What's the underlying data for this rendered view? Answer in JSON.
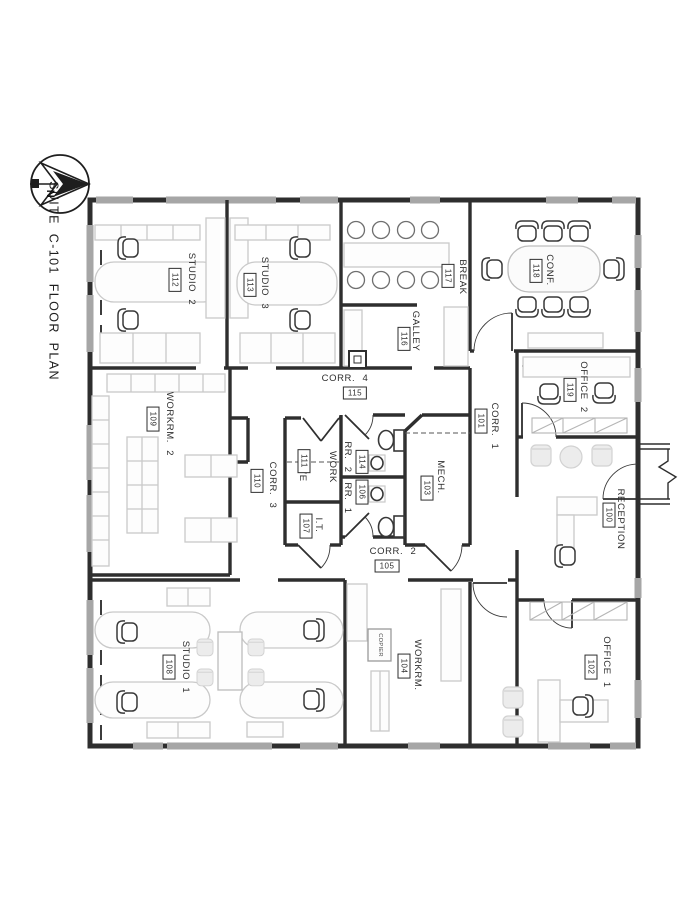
{
  "sheet": {
    "title": "SUITE C-101 FLOOR PLAN",
    "compass_letter": "N"
  },
  "rooms": [
    {
      "name": "STUDIO 2",
      "number": "112"
    },
    {
      "name": "STUDIO 3",
      "number": "113"
    },
    {
      "name": "BREAK",
      "number": "117"
    },
    {
      "name": "CONF.",
      "number": "118"
    },
    {
      "name": "GALLEY",
      "number": "116"
    },
    {
      "name": "CORR. 4",
      "number": "115"
    },
    {
      "name": "WORKRM. 2",
      "number": "109"
    },
    {
      "name": "CORR. 3",
      "number": "110"
    },
    {
      "name": "WORK COVE",
      "name_line1": "WORK",
      "name_line2": "COVE",
      "number": "111"
    },
    {
      "name": "RR. 2",
      "number": "114"
    },
    {
      "name": "RR. 1",
      "number": "106"
    },
    {
      "name": "I.T.",
      "number": "107"
    },
    {
      "name": "MECH.",
      "number": "103"
    },
    {
      "name": "CORR. 2",
      "number": "105"
    },
    {
      "name": "CORR. 1",
      "number": "101"
    },
    {
      "name": "OFFICE 2",
      "number": "119"
    },
    {
      "name": "RECEPTION",
      "number": "100"
    },
    {
      "name": "OFFICE 1",
      "number": "102"
    },
    {
      "name": "WORKRM.",
      "number": "104"
    },
    {
      "name": "STUDIO 1",
      "number": "108"
    }
  ],
  "equipment": {
    "copier": "COPIER"
  },
  "colors": {
    "wall": "#2e2e2e",
    "window": "#a6a6a6",
    "furniture": "#c9c9c9",
    "fixture": "#383838"
  }
}
